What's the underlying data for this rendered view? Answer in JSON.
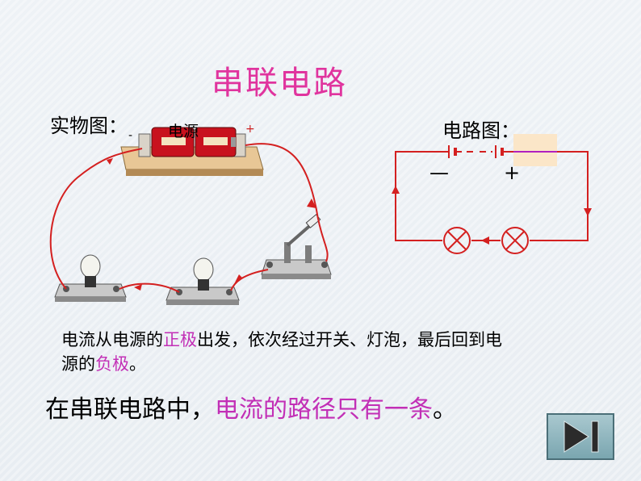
{
  "slide": {
    "title": "串联电路",
    "physical_label": "实物图：",
    "source_label": "电源",
    "minus_sign_physical": "-",
    "plus_sign_physical": "+",
    "circuit_label": "电路图：",
    "minus_sign": "—",
    "plus_sign": "+",
    "description_line1_part1": "电流从电源的",
    "description_line1_highlight": "正极",
    "description_line1_part2": "出发，依次经过开关、灯泡，最后回到电",
    "description_line2_part1": "源的",
    "description_line2_highlight": "负极",
    "description_line2_part2": "。",
    "conclusion_part1": "在串联电路中，",
    "conclusion_highlight": "电流的路径只有一条",
    "conclusion_part2": "。"
  },
  "colors": {
    "title": "#e0349e",
    "highlight": "#c22fb6",
    "wire": "#d42020"
  },
  "icons": {
    "next": "play-next-icon"
  }
}
